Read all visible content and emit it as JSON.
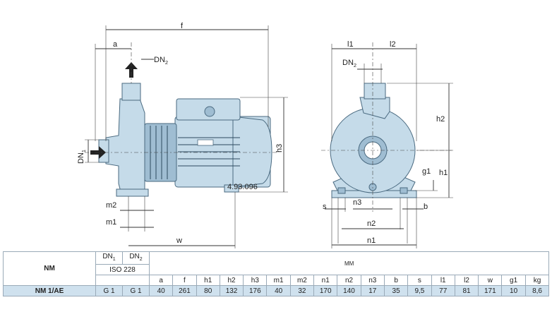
{
  "drawing": {
    "labels": {
      "f": "f",
      "a": "a",
      "dn2": "DN",
      "dn2_sub": "2",
      "dn1": "DN",
      "dn1_sub": "1",
      "h3": "h3",
      "m2": "m2",
      "m1": "m1",
      "w": "w",
      "l1": "l1",
      "l2": "l2",
      "dn2b": "DN",
      "dn2b_sub": "2",
      "h2": "h2",
      "g1": "g1",
      "h1": "h1",
      "s": "s",
      "n3": "n3",
      "b": "b",
      "n2": "n2",
      "n1": "n1",
      "plate": "4.93.096"
    }
  },
  "table": {
    "model_header": "NM",
    "dn1_header": "DN",
    "dn1_sub": "1",
    "dn2_header": "DN",
    "dn2_sub": "2",
    "iso_header": "ISO 228",
    "mm_header": "MM",
    "columns": [
      "a",
      "f",
      "h1",
      "h2",
      "h3",
      "m1",
      "m2",
      "n1",
      "n2",
      "n3",
      "b",
      "s",
      "l1",
      "l2",
      "w",
      "g1",
      "kg"
    ],
    "row": {
      "model": "NM 1/AE",
      "dn1": "G 1",
      "dn2": "G 1",
      "values": [
        "40",
        "261",
        "80",
        "132",
        "176",
        "40",
        "32",
        "170",
        "140",
        "17",
        "35",
        "9,5",
        "77",
        "81",
        "171",
        "10",
        "8,6"
      ]
    }
  }
}
